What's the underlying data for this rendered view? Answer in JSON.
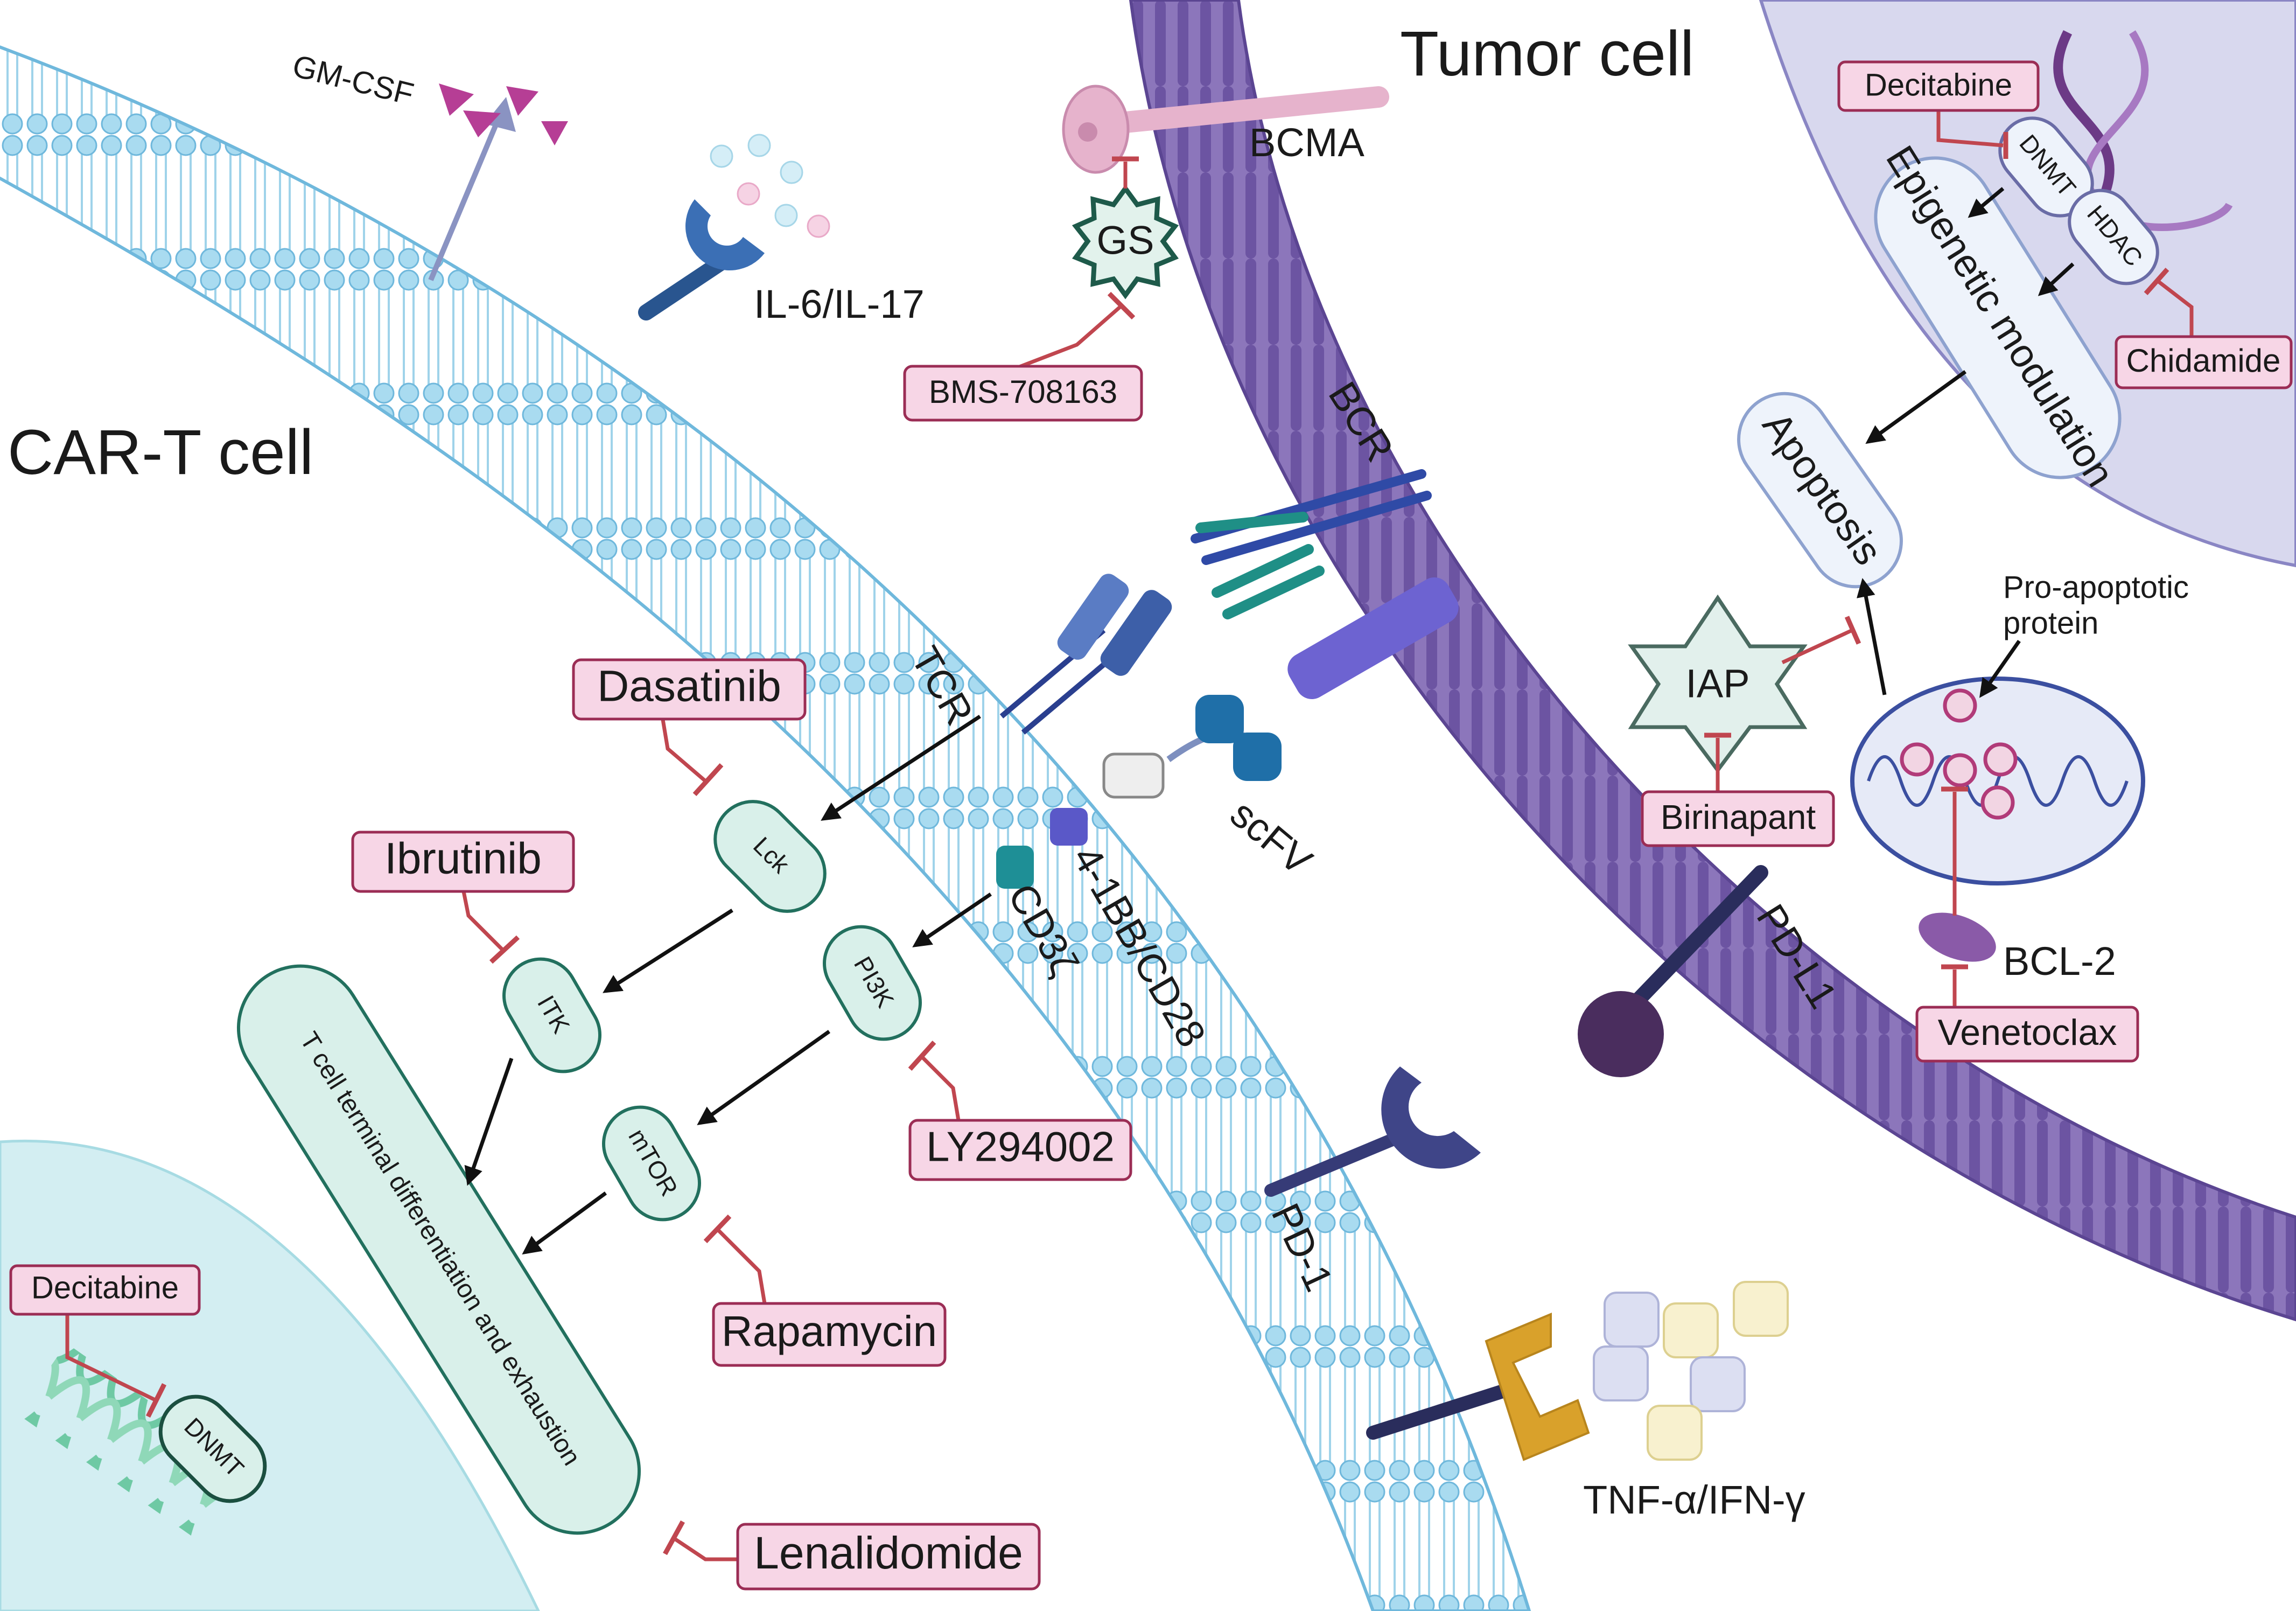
{
  "regions": {
    "car_t": "CAR-T cell",
    "tumor": "Tumor cell"
  },
  "car_t_labels": {
    "gm_csf": "GM-CSF",
    "il6_il17": "IL-6/IL-17",
    "tcr": "TCR",
    "scfv": "scFV",
    "costim": "4-1BB/CD28",
    "cd3z": "CD3ζ",
    "pd1": "PD-1",
    "tnf_ifn": "TNF-α/IFN-γ"
  },
  "tumor_labels": {
    "bcma": "BCMA",
    "gs": "GS",
    "bcr": "BCR",
    "pdl1": "PD-L1",
    "pro_apoptotic": "Pro-apoptotic\nprotein",
    "bcl2": "BCL-2",
    "iap": "IAP",
    "dnmt": "DNMT",
    "hdac": "HDAC",
    "epigenetic": "Epigenetic modulation",
    "apoptosis": "Apoptosis"
  },
  "signaling_nodes": {
    "lck": "Lck",
    "itk": "ITK",
    "pi3k": "PI3K",
    "mtor": "mTOR",
    "exhaustion": "T cell terminal differentiation and exhaustion",
    "dnmt_t": "DNMT"
  },
  "drugs": {
    "dasatinib": "Dasatinib",
    "ibrutinib": "Ibrutinib",
    "ly294002": "LY294002",
    "rapamycin": "Rapamycin",
    "lenalidomide": "Lenalidomide",
    "decitabine_t": "Decitabine",
    "bms": "BMS-708163",
    "decitabine_tumor": "Decitabine",
    "chidamide": "Chidamide",
    "birinapant": "Birinapant",
    "venetoclax": "Venetoclax"
  },
  "colors": {
    "t_membrane": "#8fcde8",
    "tumor_membrane": "#7b62a8",
    "drug_fill": "#f7d6e6",
    "drug_border": "#9b2d55",
    "inhibition": "#c0464f",
    "node_fill": "#d9f0ea",
    "node_border": "#22705e",
    "nucleus_t": "#d3eef2",
    "nucleus_tumor": "#d8d8ee"
  }
}
